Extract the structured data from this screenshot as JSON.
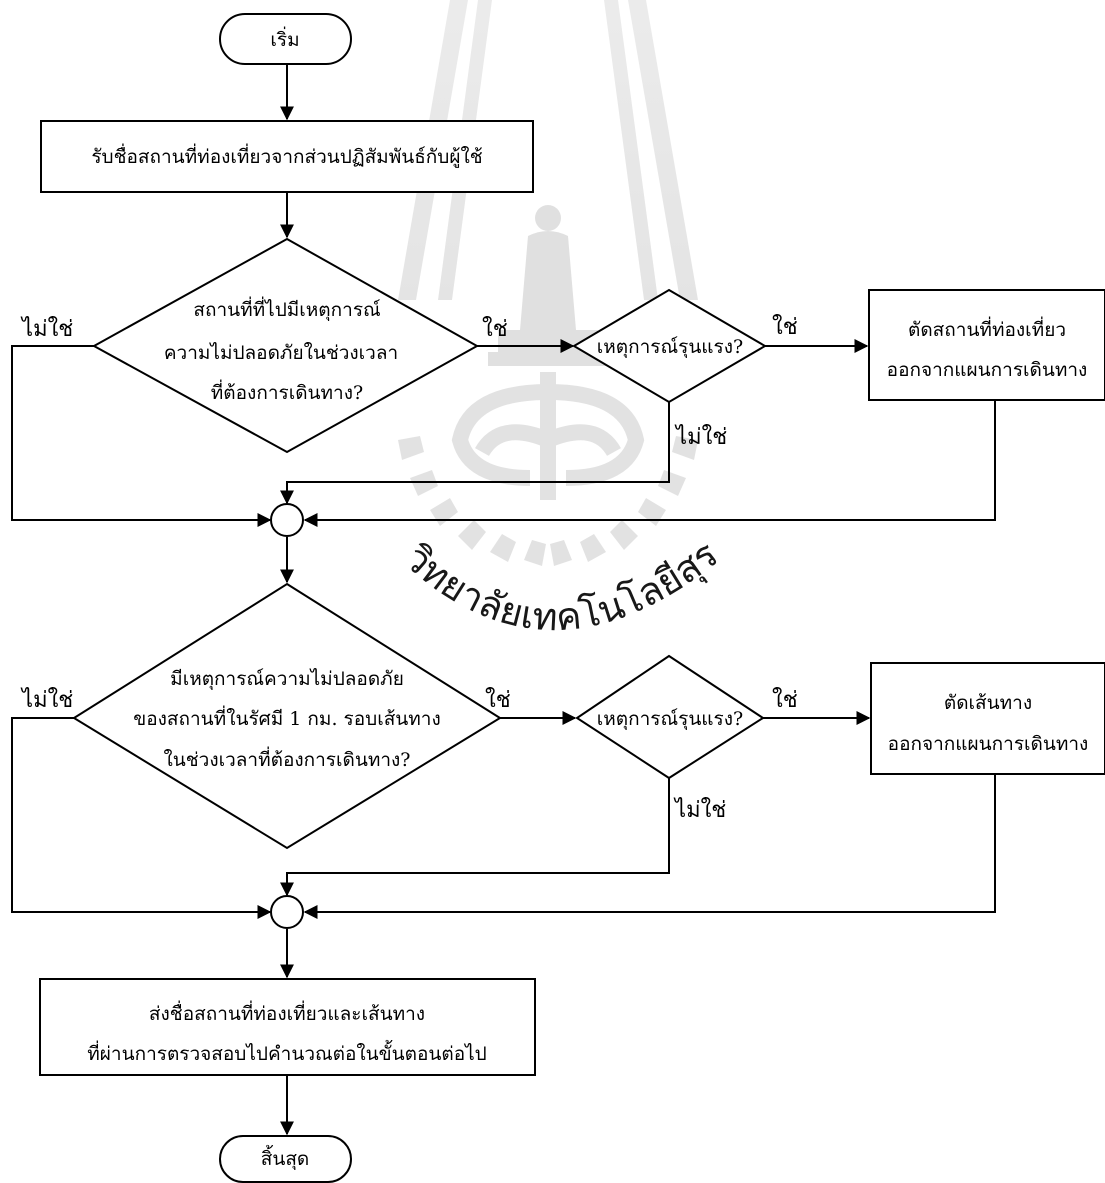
{
  "flowchart": {
    "start": "เริ่ม",
    "receive_places": "รับชื่อสถานที่ท่องเที่ยวจากส่วนปฏิสัมพันธ์กับผู้ใช้",
    "decision_place_event": {
      "line1": "สถานที่ที่ไปมีเหตุการณ์",
      "line2": "ความไม่ปลอดภัยในช่วงเวลา",
      "line3": "ที่ต้องการเดินทาง?"
    },
    "severity_check_1": "เหตุการณ์รุนแรง?",
    "remove_place": {
      "line1": "ตัดสถานที่ท่องเที่ยว",
      "line2": "ออกจากแผนการเดินทาง"
    },
    "decision_route_event": {
      "line1": "มีเหตุการณ์ความไม่ปลอดภัย",
      "line2": "ของสถานที่ในรัศมี 1 กม. รอบเส้นทาง",
      "line3": "ในช่วงเวลาที่ต้องการเดินทาง?"
    },
    "severity_check_2": "เหตุการณ์รุนแรง?",
    "remove_route": {
      "line1": "ตัดเส้นทาง",
      "line2": "ออกจากแผนการเดินทาง"
    },
    "send_result": {
      "line1": "ส่งชื่อสถานที่ท่องเที่ยวและเส้นทาง",
      "line2": "ที่ผ่านการตรวจสอบไปคำนวณต่อในขั้นตอนต่อไป"
    },
    "end": "สิ้นสุด",
    "labels": {
      "yes": "ใช่",
      "no": "ไม่ใช่"
    }
  },
  "watermark": {
    "text": "มหาวิทยาลัยเทคโนโลยีสุรนารี",
    "color": "#d4d4d4"
  }
}
